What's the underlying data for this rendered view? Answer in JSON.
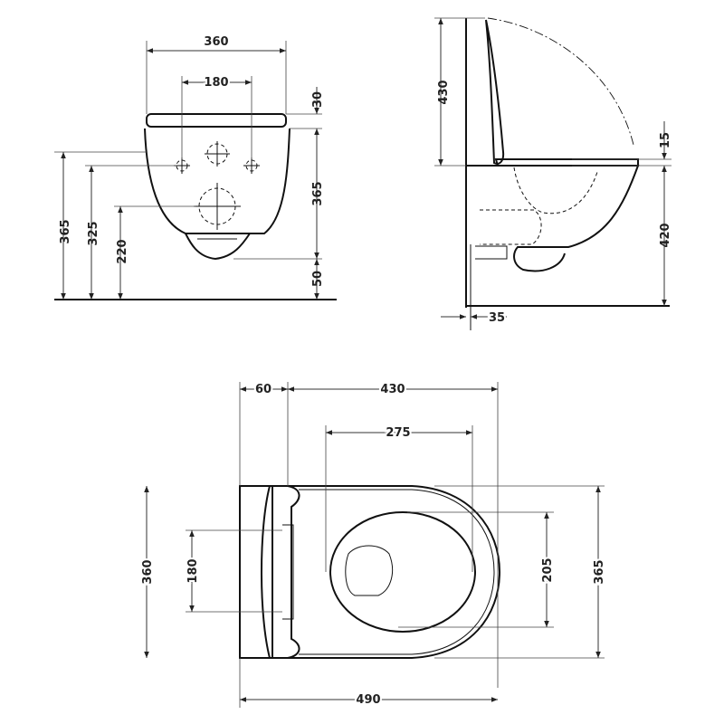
{
  "front_view": {
    "top_width": "360",
    "inlet_spacing": "180",
    "seat_thickness": "30",
    "height_left": "365",
    "inlet_height": "325",
    "outlet_height": "220",
    "bowl_height": "365",
    "bottom_gap": "50"
  },
  "side_view": {
    "lid_height": "430",
    "seat_offset": "15",
    "rim_height": "420",
    "wall_gap": "35"
  },
  "top_view": {
    "frame_depth": "60",
    "bowl_length": "430",
    "opening_length": "275",
    "total_width": "360",
    "inlet_spacing": "180",
    "opening_width": "205",
    "bowl_width": "365",
    "total_length": "490"
  }
}
